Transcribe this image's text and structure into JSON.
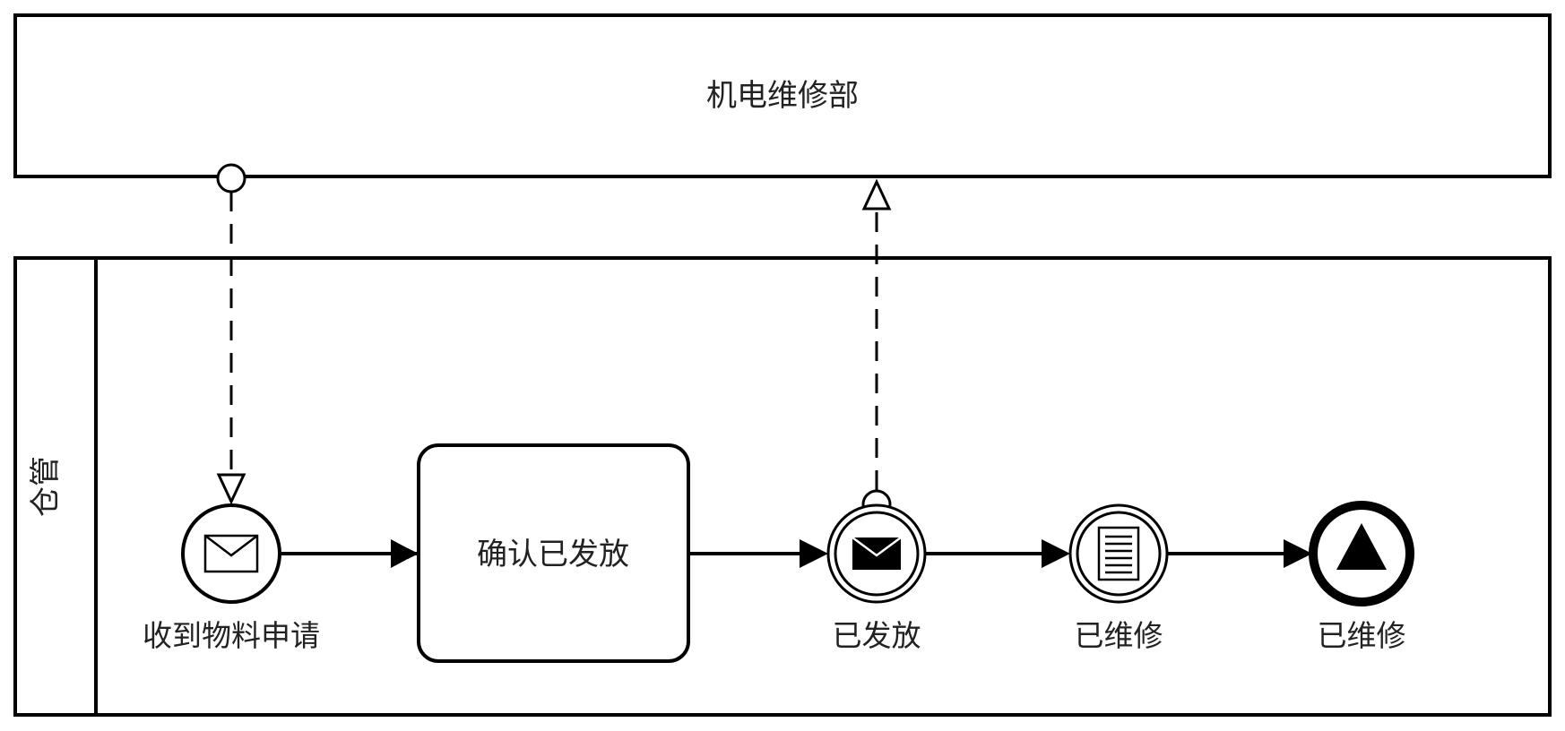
{
  "pools": {
    "top": {
      "label": "机电维修部"
    },
    "bottom": {
      "lane_label": "仓管"
    }
  },
  "nodes": {
    "start_event": {
      "label": "收到物料申请",
      "type": "message-start-event"
    },
    "task": {
      "label": "确认已发放",
      "type": "task"
    },
    "message_throw": {
      "label": "已发放",
      "type": "intermediate-message-throw-event"
    },
    "conditional": {
      "label": "已维修",
      "type": "intermediate-conditional-event"
    },
    "end_event": {
      "label": "已维修",
      "type": "escalation-end-event"
    }
  },
  "icons": {
    "envelope": "envelope-outline-icon",
    "envelope_filled": "envelope-filled-icon",
    "document": "document-lines-icon",
    "triangle": "triangle-filled-icon"
  },
  "colors": {
    "stroke": "#000000",
    "text": "#222222",
    "background": "#ffffff"
  }
}
